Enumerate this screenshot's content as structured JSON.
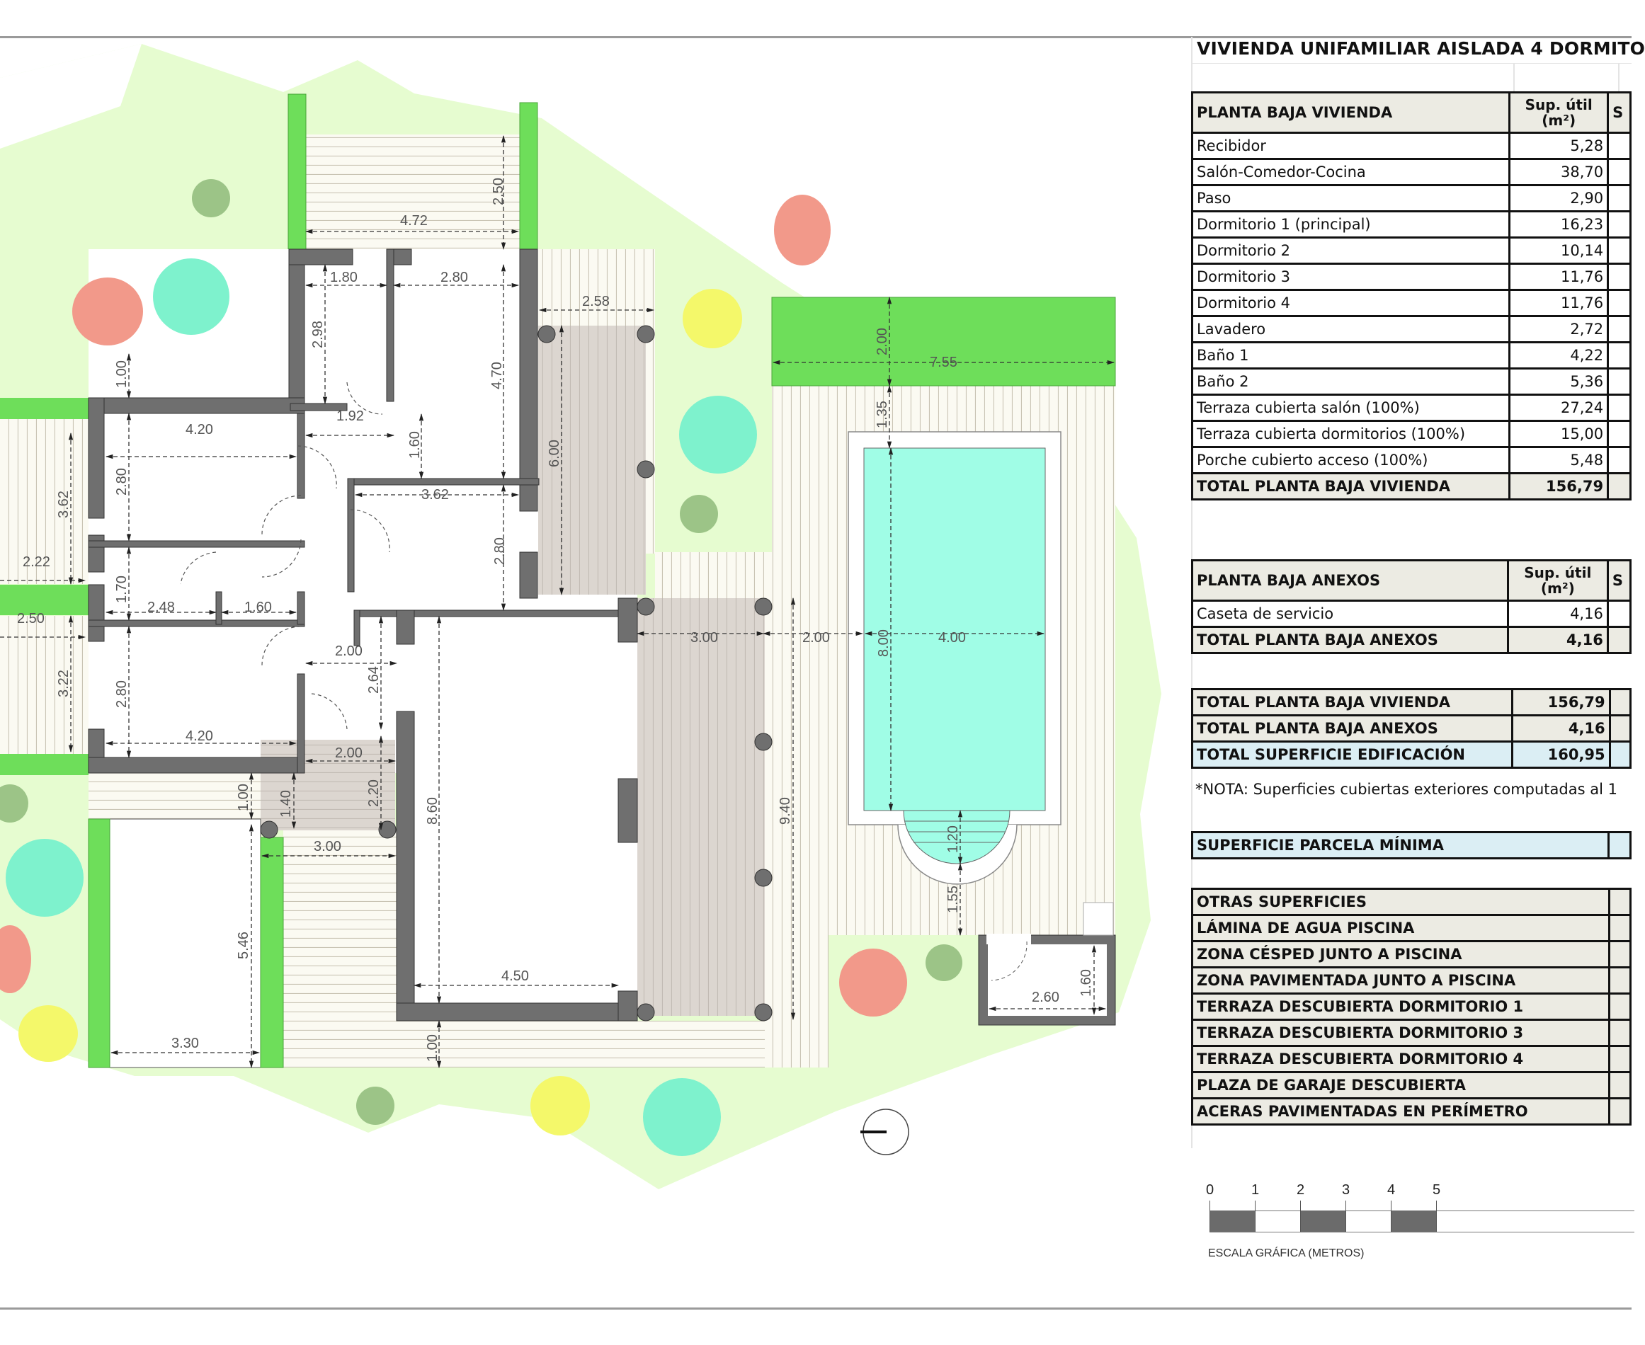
{
  "sheet": {
    "title": "VIVIENDA UNIFAMILIAR AISLADA 4 DORMITO",
    "colors": {
      "garden": "#e6fcd0",
      "hedge": "#6ede5a",
      "wall": "#6f6f6f",
      "pool_water": "#a0fde6",
      "pergola_deck": "#dcd6d0",
      "deck_stripes": "#fbfaf2",
      "tree_red": "#f2998a",
      "tree_teal": "#7ef2cd",
      "tree_yellow": "#f4f86a",
      "tree_olive": "#9cc487",
      "table_header_bg": "#ecebe3",
      "table_total_blue": "#dbeef4"
    }
  },
  "plan": {
    "dimensions": {
      "terrace_top_width": "4.72",
      "terrace_top_depth": "2.50",
      "bath_width": "1.80",
      "bath_depth": "2.98",
      "master_width": "2.80",
      "master_depth": "4.70",
      "terrace_left_depth": "1.00",
      "hall_width": "1.92",
      "hall_depth": "1.60",
      "bed_a_width": "4.20",
      "bed_a_depth": "2.80",
      "bed_b_width": "3.62",
      "bed_b_depth": "2.80",
      "side_terrace_a": "3.62",
      "side_terrace_a_width": "2.22",
      "side_terrace_b": "3.22",
      "side_terrace_b_width": "2.50",
      "bath2_depth": "1.70",
      "bath2_width": "2.48",
      "laundry_width": "1.60",
      "entry_width": "2.00",
      "entry_depth": "2.64",
      "bed_c_width": "4.20",
      "bed_c_depth": "2.80",
      "porch_width": "2.00",
      "porch_depth": "2.20",
      "porch_step": "1.40",
      "walk_depth": "1.00",
      "walk2_width": "3.00",
      "garage_depth": "5.46",
      "garage_width": "3.30",
      "living_depth": "8.60",
      "living_width": "4.50",
      "living_walk": "1.00",
      "pergola_top_width": "2.58",
      "pergola_top_depth": "6.00",
      "pergola_main_width": "3.00",
      "pergola_gap": "2.00",
      "pergola_main_depth": "9.40",
      "lawn_depth": "2.00",
      "lawn_width": "7.55",
      "pool_setback": "1.35",
      "pool_length": "8.00",
      "pool_width": "4.00",
      "pool_steps": "1.20",
      "pool_bottom_setback": "1.55",
      "shed_width": "2.60",
      "shed_depth": "1.60"
    }
  },
  "tables": {
    "vivienda": {
      "header": "PLANTA BAJA VIVIENDA",
      "col_header": "Sup. útil",
      "col_unit": "(m²)",
      "col3_header": "S",
      "rows": [
        {
          "label": "Recibidor",
          "value": "5,28"
        },
        {
          "label": "Salón-Comedor-Cocina",
          "value": "38,70"
        },
        {
          "label": "Paso",
          "value": "2,90"
        },
        {
          "label": "Dormitorio 1 (principal)",
          "value": "16,23"
        },
        {
          "label": "Dormitorio 2",
          "value": "10,14"
        },
        {
          "label": "Dormitorio 3",
          "value": "11,76"
        },
        {
          "label": "Dormitorio 4",
          "value": "11,76"
        },
        {
          "label": "Lavadero",
          "value": "2,72"
        },
        {
          "label": "Baño 1",
          "value": "4,22"
        },
        {
          "label": "Baño 2",
          "value": "5,36"
        },
        {
          "label": "Terraza cubierta salón (100%)",
          "value": "27,24"
        },
        {
          "label": "Terraza cubierta dormitorios (100%)",
          "value": "15,00"
        },
        {
          "label": "Porche cubierto acceso (100%)",
          "value": "5,48"
        }
      ],
      "total_label": "TOTAL PLANTA BAJA VIVIENDA",
      "total_value": "156,79"
    },
    "anexos": {
      "header": "PLANTA BAJA ANEXOS",
      "col_header": "Sup. útil",
      "col_unit": "(m²)",
      "col3_header": "S",
      "rows": [
        {
          "label": "Caseta de servicio",
          "value": "4,16"
        }
      ],
      "total_label": "TOTAL PLANTA BAJA ANEXOS",
      "total_value": "4,16"
    },
    "summary": {
      "rows": [
        {
          "label": "TOTAL PLANTA BAJA VIVIENDA",
          "value": "156,79"
        },
        {
          "label": "TOTAL PLANTA BAJA ANEXOS",
          "value": "4,16"
        },
        {
          "label": "TOTAL SUPERFICIE EDIFICACIÓN",
          "value": "160,95"
        }
      ],
      "note": "*NOTA: Superficies cubiertas exteriores computadas al 1"
    },
    "parcela": {
      "label": "SUPERFICIE PARCELA MÍNIMA"
    },
    "otras": {
      "rows": [
        "OTRAS SUPERFICIES",
        "LÁMINA DE AGUA PISCINA",
        "ZONA CÉSPED JUNTO A PISCINA",
        "ZONA PAVIMENTADA JUNTO A PISCINA",
        "TERRAZA DESCUBIERTA DORMITORIO 1",
        "TERRAZA DESCUBIERTA DORMITORIO 3",
        "TERRAZA DESCUBIERTA DORMITORIO 4",
        "PLAZA DE GARAJE DESCUBIERTA",
        "ACERAS PAVIMENTADAS EN PERÍMETRO"
      ]
    }
  },
  "scale_bar": {
    "ticks": [
      "0",
      "1",
      "2",
      "3",
      "4",
      "5"
    ],
    "caption": "ESCALA GRÁFICA (METROS)"
  }
}
